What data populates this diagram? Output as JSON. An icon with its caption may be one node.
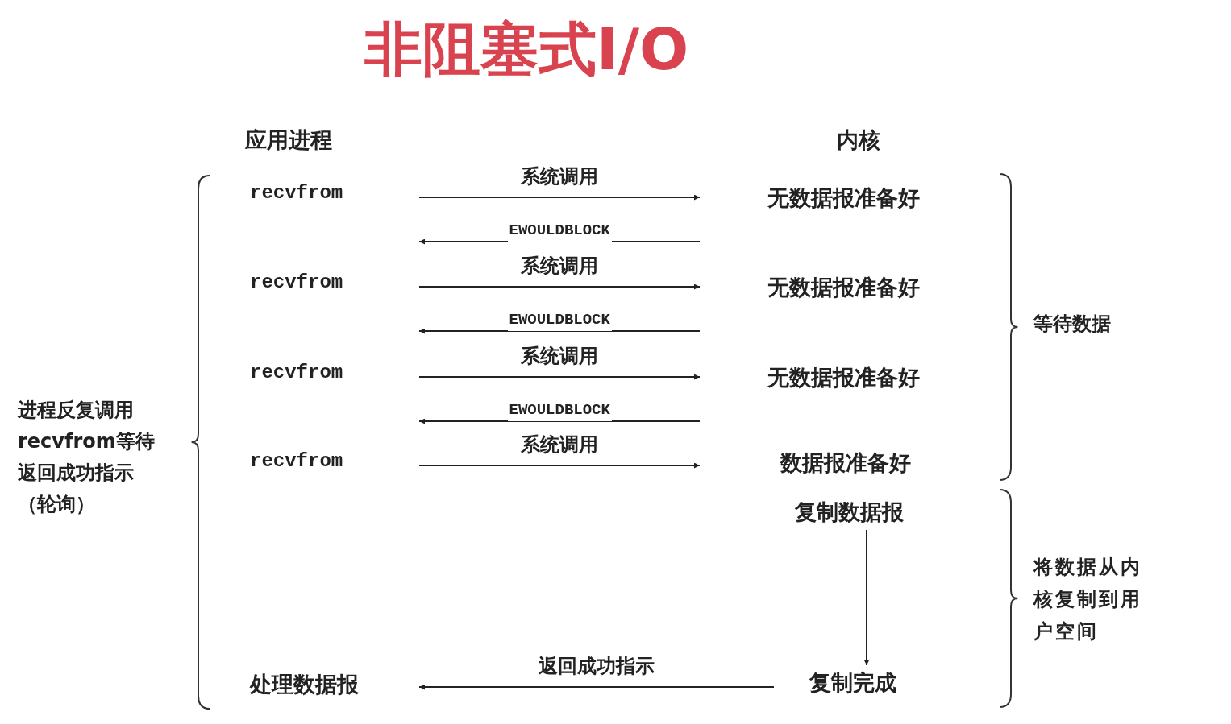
{
  "diagram": {
    "title": "非阻塞式I/O",
    "nodes": [
      {
        "text": [
          "recvfrom"
        ]
      },
      {
        "text": [
          "recvfrom"
        ]
      },
      {
        "text": [
          "recvfrom"
        ]
      },
      {
        "text": [
          "recvfrom"
        ]
      },
      {
        "text": [
          "处理数据报"
        ]
      },
      {
        "text": [
          "无数据报准备好"
        ]
      },
      {
        "text": [
          "无数据报准备好"
        ]
      },
      {
        "text": [
          "无数据报准备好"
        ]
      },
      {
        "text": [
          "数据报准备好"
        ]
      },
      {
        "text": [
          "复制数据报"
        ]
      },
      {
        "text": [
          "复制完成"
        ]
      }
    ],
    "edges": [
      {
        "from": 0,
        "to": 5,
        "arrow": "to",
        "label": "系统调用"
      },
      {
        "from": 5,
        "to": null,
        "arrow": "to",
        "label": "EWOULDBLOCK"
      },
      {
        "from": 1,
        "to": 6,
        "arrow": "to",
        "label": "系统调用"
      },
      {
        "from": 6,
        "to": null,
        "arrow": "to",
        "label": "EWOULDBLOCK"
      },
      {
        "from": 2,
        "to": 7,
        "arrow": "to",
        "label": "系统调用"
      },
      {
        "from": 7,
        "to": null,
        "arrow": "to",
        "label": "EWOULDBLOCK"
      },
      {
        "from": 3,
        "to": 8,
        "arrow": "to",
        "label": "系统调用"
      },
      {
        "from": 9,
        "to": 10,
        "arrow": "to"
      },
      {
        "from": 10,
        "to": 4,
        "arrow": "to",
        "label": "返回成功指示"
      }
    ],
    "labels": [
      "应用进程",
      "内核",
      "进程反复调用recvfrom等待返回成功指示（轮询）",
      "等待数据",
      "将数据从内核复制到用户空间"
    ]
  }
}
